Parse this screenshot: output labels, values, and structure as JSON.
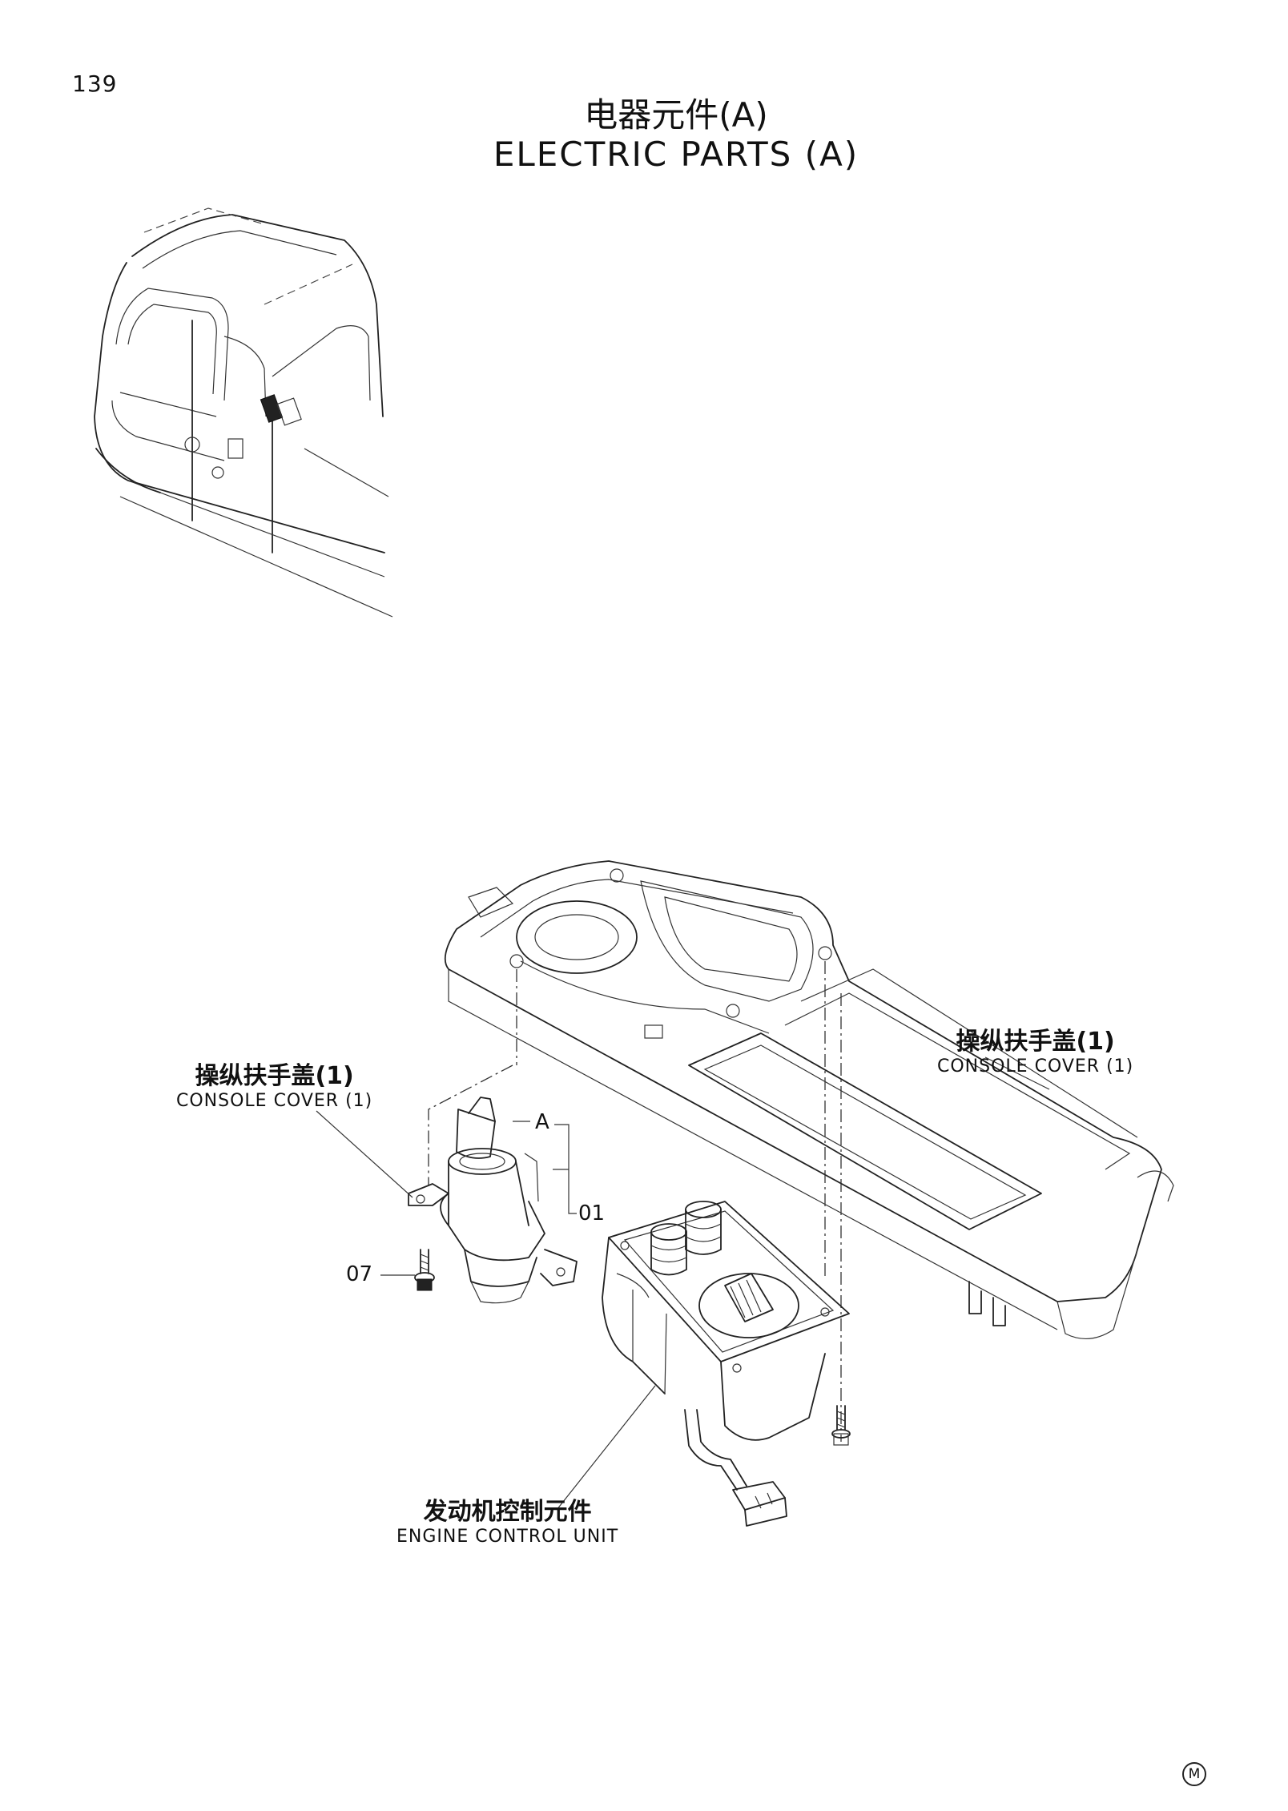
{
  "page": {
    "number": "139"
  },
  "title": {
    "cn": "电器元件(A)",
    "en": "ELECTRIC PARTS (A)"
  },
  "callouts": {
    "console_cover_right": {
      "cn": "操纵扶手盖(1)",
      "en": "CONSOLE COVER (1)"
    },
    "console_cover_left": {
      "cn": "操纵扶手盖(1)",
      "en": "CONSOLE COVER (1)"
    },
    "engine_control_unit": {
      "cn": "发动机控制元件",
      "en": "ENGINE CONTROL UNIT"
    }
  },
  "part_refs": {
    "key_switch_group": "A",
    "item_01": "01",
    "item_07": "07"
  },
  "footer": {
    "mark": "M"
  }
}
